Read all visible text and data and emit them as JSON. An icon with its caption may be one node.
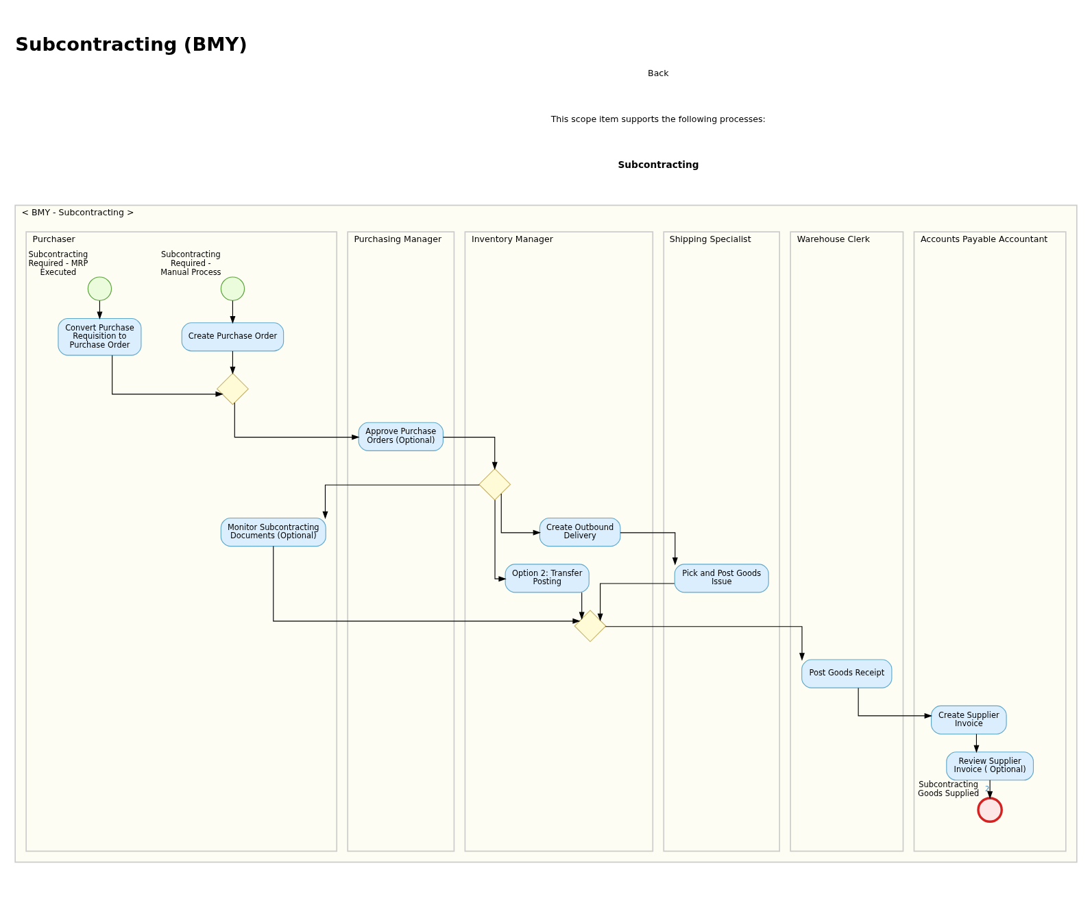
{
  "diagram": {
    "title": "Subcontracting (BMY)",
    "nodes": [
      {
        "text": [
          "< BMY - Subcontracting >"
        ]
      },
      {
        "text": [
          "Purchaser"
        ],
        "in": 0
      },
      {
        "text": [
          "Purchasing Manager"
        ],
        "in": 0
      },
      {
        "text": [
          "Inventory Manager"
        ],
        "in": 0
      },
      {
        "text": [
          "Shipping Specialist"
        ],
        "in": 0
      },
      {
        "text": [
          "Warehouse Clerk"
        ],
        "in": 0
      },
      {
        "text": [
          "Accounts Payable Accountant"
        ],
        "in": 0
      },
      {
        "text": [],
        "shape": "circle",
        "beside": [
          "Subcontracting Required - MRP Executed"
        ],
        "in": 1
      },
      {
        "text": [],
        "shape": "circle",
        "beside": [
          "Subcontracting Required - Manual Process"
        ],
        "in": 1
      },
      {
        "text": [
          "Convert Purchase Requisition to Purchase Order"
        ],
        "in": 1
      },
      {
        "text": [
          "Create Purchase Order"
        ],
        "in": 1
      },
      {
        "text": [],
        "shape": "diamond",
        "in": 1
      },
      {
        "text": [
          "Approve Purchase Orders (Optional)"
        ],
        "in": 2
      },
      {
        "text": [],
        "shape": "diamond",
        "in": 3
      },
      {
        "text": [
          "Monitor Subcontracting Documents (Optional)"
        ],
        "in": 1
      },
      {
        "text": [
          "Option 2: Transfer Posting"
        ],
        "in": 3
      },
      {
        "text": [
          "Create Outbound Delivery"
        ],
        "in": 3
      },
      {
        "text": [
          "Pick and Post Goods Issue"
        ],
        "in": 4
      },
      {
        "text": [],
        "shape": "diamond",
        "in": 3
      },
      {
        "text": [
          "Post Goods Receipt"
        ],
        "in": 5
      },
      {
        "text": [
          "Create Supplier Invoice"
        ],
        "in": 6
      },
      {
        "text": [
          "Review Supplier Invoice ( Optional)"
        ],
        "in": 6
      },
      {
        "text": [],
        "shape": "circle",
        "beside": [
          "Subcontracting Goods Supplied"
        ],
        "in": 6
      }
    ],
    "edges": [
      {
        "from": 7,
        "to": 9,
        "arrow": "to"
      },
      {
        "from": 8,
        "to": 10,
        "arrow": "to"
      },
      {
        "from": 9,
        "to": 11,
        "arrow": "to"
      },
      {
        "from": 10,
        "to": 11,
        "arrow": "to"
      },
      {
        "from": 11,
        "to": 12,
        "arrow": "to"
      },
      {
        "from": 12,
        "to": 13,
        "arrow": "to"
      },
      {
        "from": 13,
        "to": 14,
        "arrow": "to"
      },
      {
        "from": 13,
        "to": 15,
        "arrow": "to"
      },
      {
        "from": 13,
        "to": 16,
        "arrow": "to"
      },
      {
        "from": 16,
        "to": 17,
        "arrow": "to"
      },
      {
        "from": 14,
        "to": 18,
        "arrow": "to"
      },
      {
        "from": 15,
        "to": 18,
        "arrow": "to"
      },
      {
        "from": 17,
        "to": 18,
        "arrow": "to"
      },
      {
        "from": 18,
        "to": 19,
        "arrow": "to"
      },
      {
        "from": 19,
        "to": 20,
        "arrow": "to"
      },
      {
        "from": 20,
        "to": 21,
        "arrow": "to"
      },
      {
        "from": 21,
        "to": 22,
        "arrow": "to",
        "label": "2"
      }
    ],
    "labels": [
      "Back",
      "This scope item supports the following processes:",
      "Subcontracting"
    ]
  }
}
